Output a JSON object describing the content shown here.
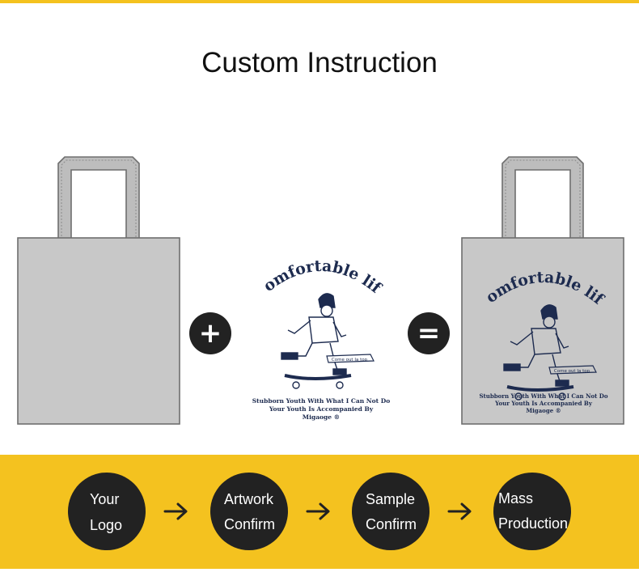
{
  "title": "Custom Instruction",
  "operators": {
    "plus": "+",
    "equals": "="
  },
  "design": {
    "headline": "Comfortable life",
    "banner": "Come out Ia top",
    "caption_line1": "Stubborn Youth With What I Can Not Do",
    "caption_line2": "Your Youth Is Accompanied By",
    "caption_line3": "Migaoge ®"
  },
  "steps": [
    {
      "line1": "Your",
      "line2": "Logo"
    },
    {
      "line1": "Artwork",
      "line2": "Confirm"
    },
    {
      "line1": "Sample",
      "line2": "Confirm"
    },
    {
      "line1": "Mass",
      "line2": "Production"
    }
  ],
  "colors": {
    "accent_yellow": "#f4c21f",
    "bag_gray": "#c8c8c8",
    "handle_gray": "#bdbdbd",
    "ink_navy": "#1d2b4f",
    "circle_dark": "#222222"
  },
  "icons": [
    "plus-icon",
    "equals-icon",
    "arrow-right-icon"
  ]
}
